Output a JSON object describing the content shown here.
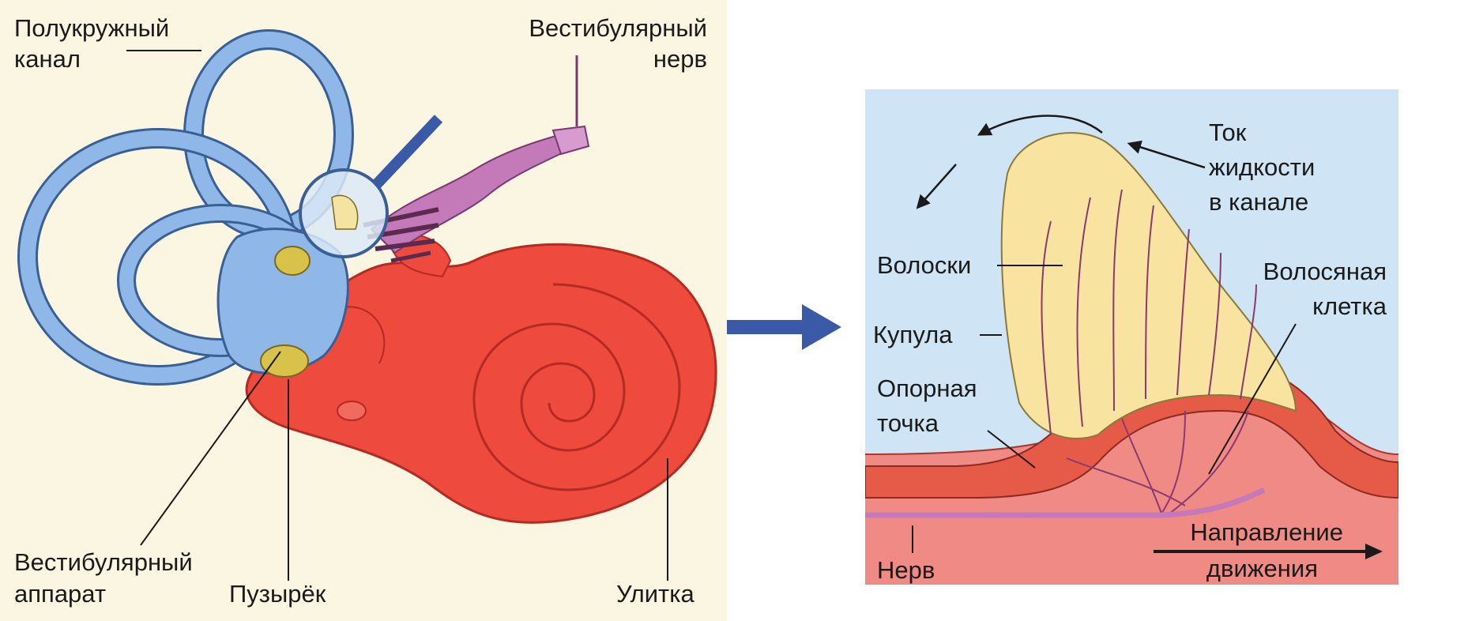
{
  "left_labels": {
    "semicircular_canal": [
      "Полукружный",
      "канал"
    ],
    "vestibular_nerve": [
      "Вестибулярный",
      "нерв"
    ],
    "vestibular_apparatus": [
      "Вестибулярный",
      "аппарат"
    ],
    "vesicle": "Пузырёк",
    "cochlea": "Улитка"
  },
  "right_labels": {
    "fluid_flow": [
      "Ток",
      "жидкости",
      "в канале"
    ],
    "hairs": "Волоски",
    "cupula": "Купула",
    "support_point": [
      "Опорная",
      "точка"
    ],
    "hair_cell": [
      "Волосяная",
      "клетка"
    ],
    "nerve": "Нерв",
    "movement_direction": [
      "Направление",
      "движения"
    ]
  },
  "colors": {
    "background": "#ffffff",
    "left_bg": "#fbf6e2",
    "canal_blue": "#8fb7e8",
    "canal_outline": "#3a5f95",
    "cochlea_red": "#ee4a3d",
    "cochlea_dark": "#b32b22",
    "nerve_purple": "#c479b8",
    "right_bg_blue": "#cfe4f4",
    "cupula_yellow": "#f8e4a0",
    "cell_red": "#e65a48",
    "tissue_pink": "#f08a84",
    "arrow_blue": "#3a5aa8"
  }
}
